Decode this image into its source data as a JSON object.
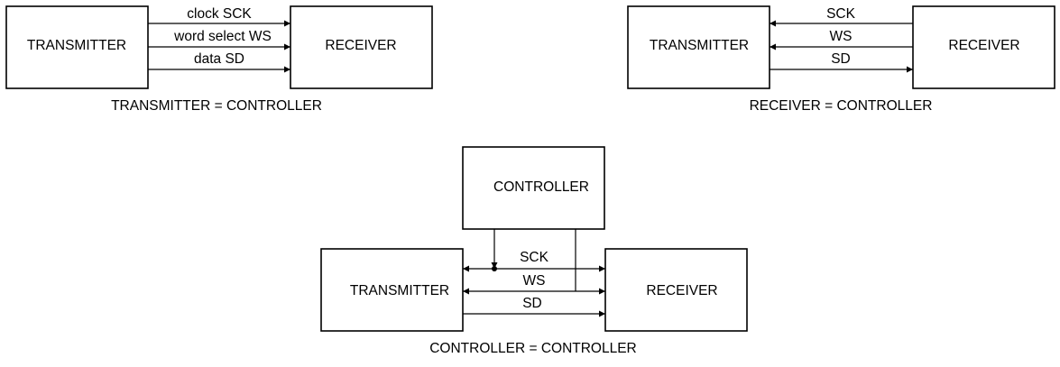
{
  "diagrams": {
    "top_left": {
      "transmitter": "TRANSMITTER",
      "receiver": "RECEIVER",
      "signal_clock": "clock SCK",
      "signal_ws": "word select WS",
      "signal_data": "data SD",
      "caption": "TRANSMITTER = CONTROLLER"
    },
    "top_right": {
      "transmitter": "TRANSMITTER",
      "receiver": "RECEIVER",
      "signal_clock": "SCK",
      "signal_ws": "WS",
      "signal_data": "SD",
      "caption": "RECEIVER = CONTROLLER"
    },
    "bottom": {
      "controller": "CONTROLLER",
      "transmitter": "TRANSMITTER",
      "receiver": "RECEIVER",
      "signal_clock": "SCK",
      "signal_ws": "WS",
      "signal_data": "SD",
      "caption": "CONTROLLER = CONTROLLER"
    }
  }
}
